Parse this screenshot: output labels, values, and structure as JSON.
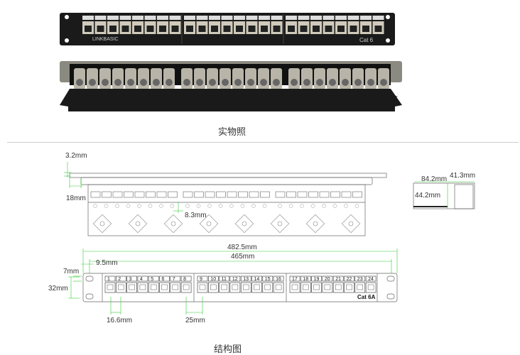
{
  "photo": {
    "brand": "LINKBASIC",
    "front_label": "Cat 6",
    "caption": "实物照"
  },
  "drawing": {
    "caption": "结构图",
    "top_view": {
      "d1": "3.2mm",
      "d2": "18mm",
      "d3": "8.3mm"
    },
    "side_view": {
      "d1": "84.2mm",
      "d2": "41.3mm",
      "d3": "44.2mm"
    },
    "front_view": {
      "total_width": "482.5mm",
      "inner_width": "465mm",
      "offset": "9.5mm",
      "hole": "7mm",
      "height": "32mm",
      "port_pitch": "16.6mm",
      "group_gap": "25mm",
      "label": "Cat 6A",
      "ports": [
        "1",
        "2",
        "3",
        "4",
        "5",
        "6",
        "7",
        "8",
        "9",
        "10",
        "11",
        "12",
        "13",
        "14",
        "15",
        "16",
        "17",
        "18",
        "19",
        "20",
        "21",
        "22",
        "23",
        "24"
      ]
    }
  },
  "colors": {
    "dim_line": "#33cc33",
    "panel": "#1a1a1a"
  }
}
